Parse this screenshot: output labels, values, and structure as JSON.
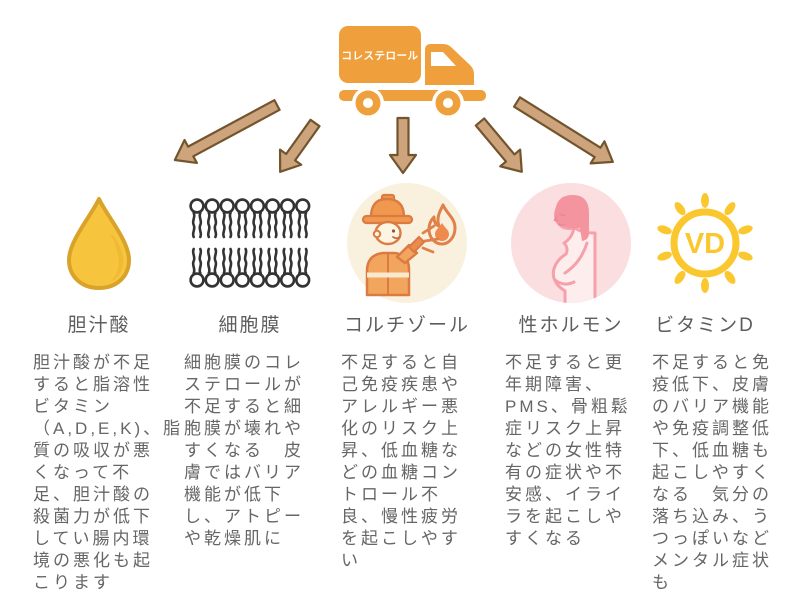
{
  "truck": {
    "label": "コレステロール"
  },
  "palette": {
    "truck_orange": "#EFA03C",
    "arrow_fill": "#CDA47B",
    "arrow_outline": "#72552F",
    "droplet_yellow": "#F7C53D",
    "droplet_outline": "#D9A32A",
    "membrane_line": "#333333",
    "cortisol_bg": "#F9F1DE",
    "cortisol_orange": "#EE8A4D",
    "hormone_bg": "#FBDEE0",
    "hormone_pink": "#F4949E",
    "vitamin_yellow": "#FBC72F",
    "text_gray": "#666666"
  },
  "columns": [
    {
      "id": "bile-acid",
      "icon": "bile-droplet-icon",
      "title": "胆汁酸",
      "description": "胆汁酸が不足\nすると脂溶性\nビタミン\n（A,D,E,K)、脂\n質の吸収が悪\nくなって不\n足、胆汁酸の\n殺菌力が低下\nしてい腸内環\n境の悪化も起\nこります"
    },
    {
      "id": "cell-membrane",
      "icon": "phospholipid-bilayer-icon",
      "title": "細胞膜",
      "description": "細胞膜のコレ\nステロールが\n不足すると細\n胞膜が壊れや\nすくなる　皮\n膚ではバリア\n機能が低下\nし、アトピー\nや乾燥肌に"
    },
    {
      "id": "cortisol",
      "icon": "firefighter-icon",
      "title": "コルチゾール",
      "description": "不足すると自\n己免疫疾患や\nアレルギー悪\n化のリスク上\n昇、低血糖な\nどの血糖コン\nトロール不\n良、慢性疲労\nを起こしやす\nい"
    },
    {
      "id": "sex-hormone",
      "icon": "pregnant-woman-icon",
      "title": "性ホルモン",
      "description": "不足すると更\n年期障害、\nPMS、骨粗鬆\n症リスク上昇\nなどの女性特\n有の症状や不\n安感、イライ\nラを起こしや\nすくなる"
    },
    {
      "id": "vitamin-d",
      "icon": "sun-vd-icon",
      "icon_label": "VD",
      "title": "ビタミンD",
      "description": "不足すると免\n疫低下、皮膚\nのバリア機能\nや免疫調整低\n下、低血糖も\n起こしやすく\nなる　気分の\n落ち込み、う\nつっぽいなど\nメンタル症状\nも"
    }
  ]
}
